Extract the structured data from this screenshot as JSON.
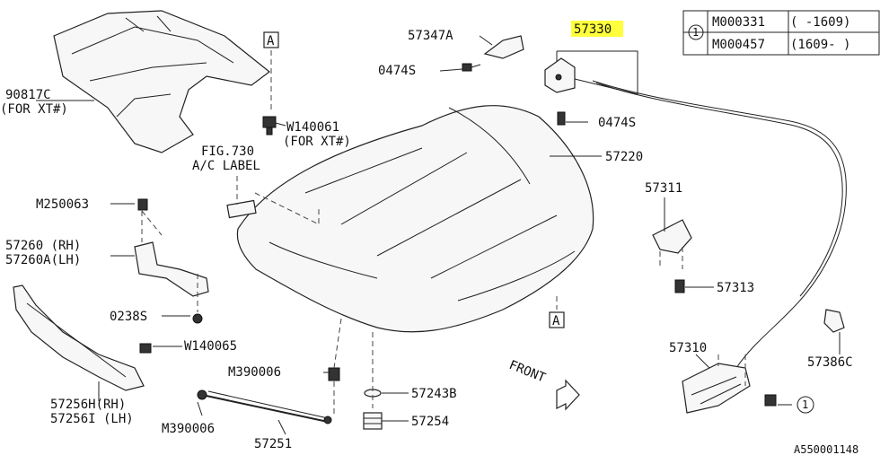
{
  "diagram": {
    "highlight_color": "#ffff3b",
    "labels": {
      "l_57347a": "57347A",
      "l_0474s_top": "0474S",
      "l_57330": "57330",
      "l_0474s_mid": "0474S",
      "l_90817c": "90817C",
      "l_for_xt_left": "(FOR XT#)",
      "l_a_top": "A",
      "l_w140061": "W140061",
      "l_for_xt_w": "(FOR XT#)",
      "l_fig730": "FIG.730",
      "l_ac_label": "A/C LABEL",
      "l_57220": "57220",
      "l_m250063": "M250063",
      "l_57260": "57260 (RH)",
      "l_57260a": "57260A(LH)",
      "l_57311": "57311",
      "l_57313": "57313",
      "l_0238s": "0238S",
      "l_a_bottom": "A",
      "l_w140065": "W140065",
      "l_57386c": "57386C",
      "l_57310": "57310",
      "l_m390006_a": "M390006",
      "l_57243b": "57243B",
      "l_front": "FRONT",
      "l_57256h": "57256H(RH)",
      "l_57256i": "57256I (LH)",
      "l_m390006_b": "M390006",
      "l_57254": "57254",
      "l_57251": "57251",
      "l_circle1": "1",
      "l_ref": "A550001148"
    },
    "table": {
      "marker": "1",
      "rows": [
        {
          "code": "M000331",
          "range": "(   -1609)"
        },
        {
          "code": "M000457",
          "range": "(1609-   )"
        }
      ]
    }
  }
}
